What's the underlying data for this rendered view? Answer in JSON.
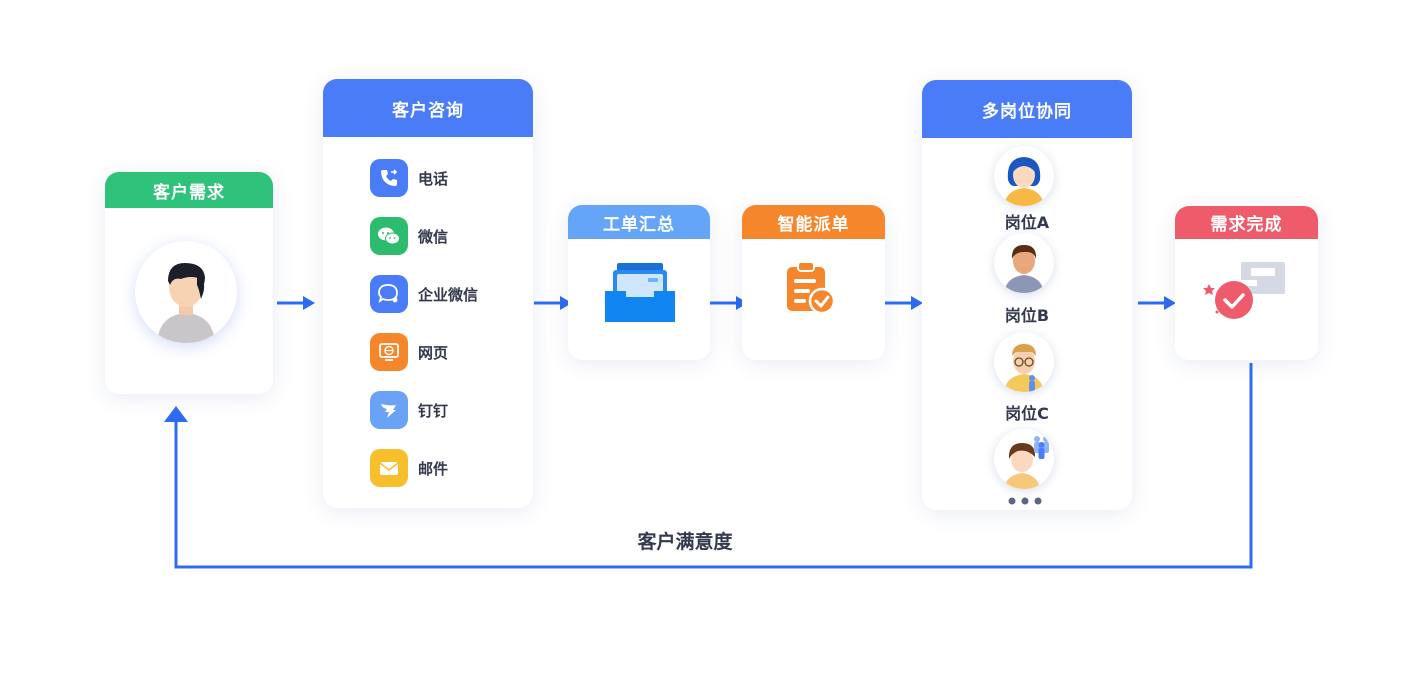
{
  "stages": {
    "customer_need": "客户需求",
    "consultation": "客户咨询",
    "ticket_summary": "工单汇总",
    "smart_dispatch": "智能派单",
    "multi_role": "多岗位协同",
    "need_done": "需求完成"
  },
  "channels": [
    {
      "label": "电话",
      "color": "#4a7cf7",
      "icon": "phone-icon"
    },
    {
      "label": "微信",
      "color": "#2dbb6e",
      "icon": "wechat-icon"
    },
    {
      "label": "企业微信",
      "color": "#4a7cf7",
      "icon": "wecom-icon"
    },
    {
      "label": "网页",
      "color": "#f6862c",
      "icon": "web-icon"
    },
    {
      "label": "钉钉",
      "color": "#6aa2f5",
      "icon": "dingtalk-icon"
    },
    {
      "label": "邮件",
      "color": "#f8bf2c",
      "icon": "mail-icon"
    }
  ],
  "roles": [
    {
      "label": "岗位A"
    },
    {
      "label": "岗位B"
    },
    {
      "label": "岗位C"
    }
  ],
  "feedback_label": "客户满意度",
  "colors": {
    "green": "#2ec27a",
    "blue": "#4a7cf7",
    "light_blue": "#64a5f8",
    "orange": "#f6862c",
    "red": "#ee5b6a",
    "arrow": "#2d6cf0"
  }
}
